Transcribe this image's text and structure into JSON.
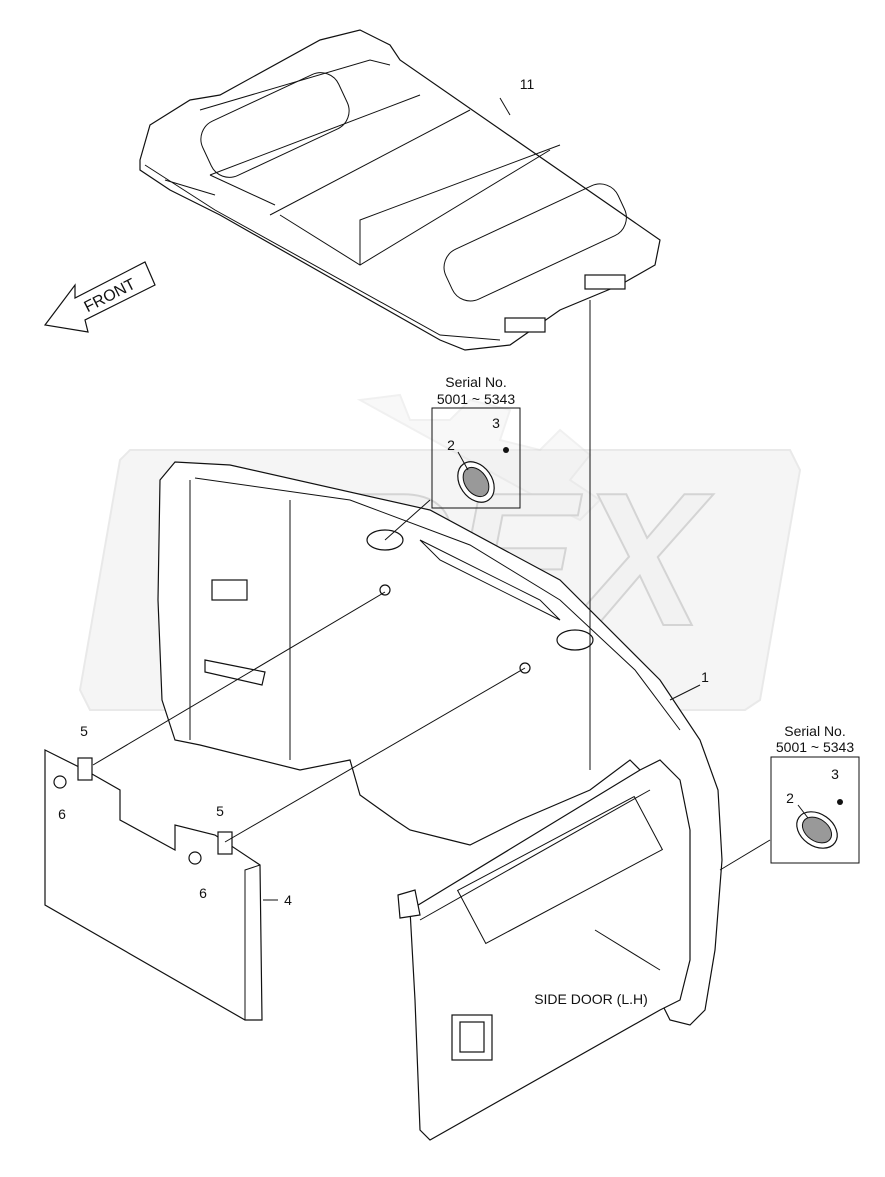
{
  "watermark": {
    "text": "OPEX"
  },
  "arrow": {
    "label": "FRONT"
  },
  "side_door_label": "SIDE DOOR (L.H)",
  "serial_boxes": [
    {
      "title": "Serial No.",
      "range": "5001 ~ 5343",
      "part_a": "2",
      "part_b": "3"
    },
    {
      "title": "Serial No.",
      "range": "5001 ~ 5343",
      "part_a": "2",
      "part_b": "3"
    }
  ],
  "callouts": {
    "p11": "11",
    "p1": "1",
    "p4": "4",
    "p5a": "5",
    "p5b": "5",
    "p6a": "6",
    "p6b": "6"
  }
}
